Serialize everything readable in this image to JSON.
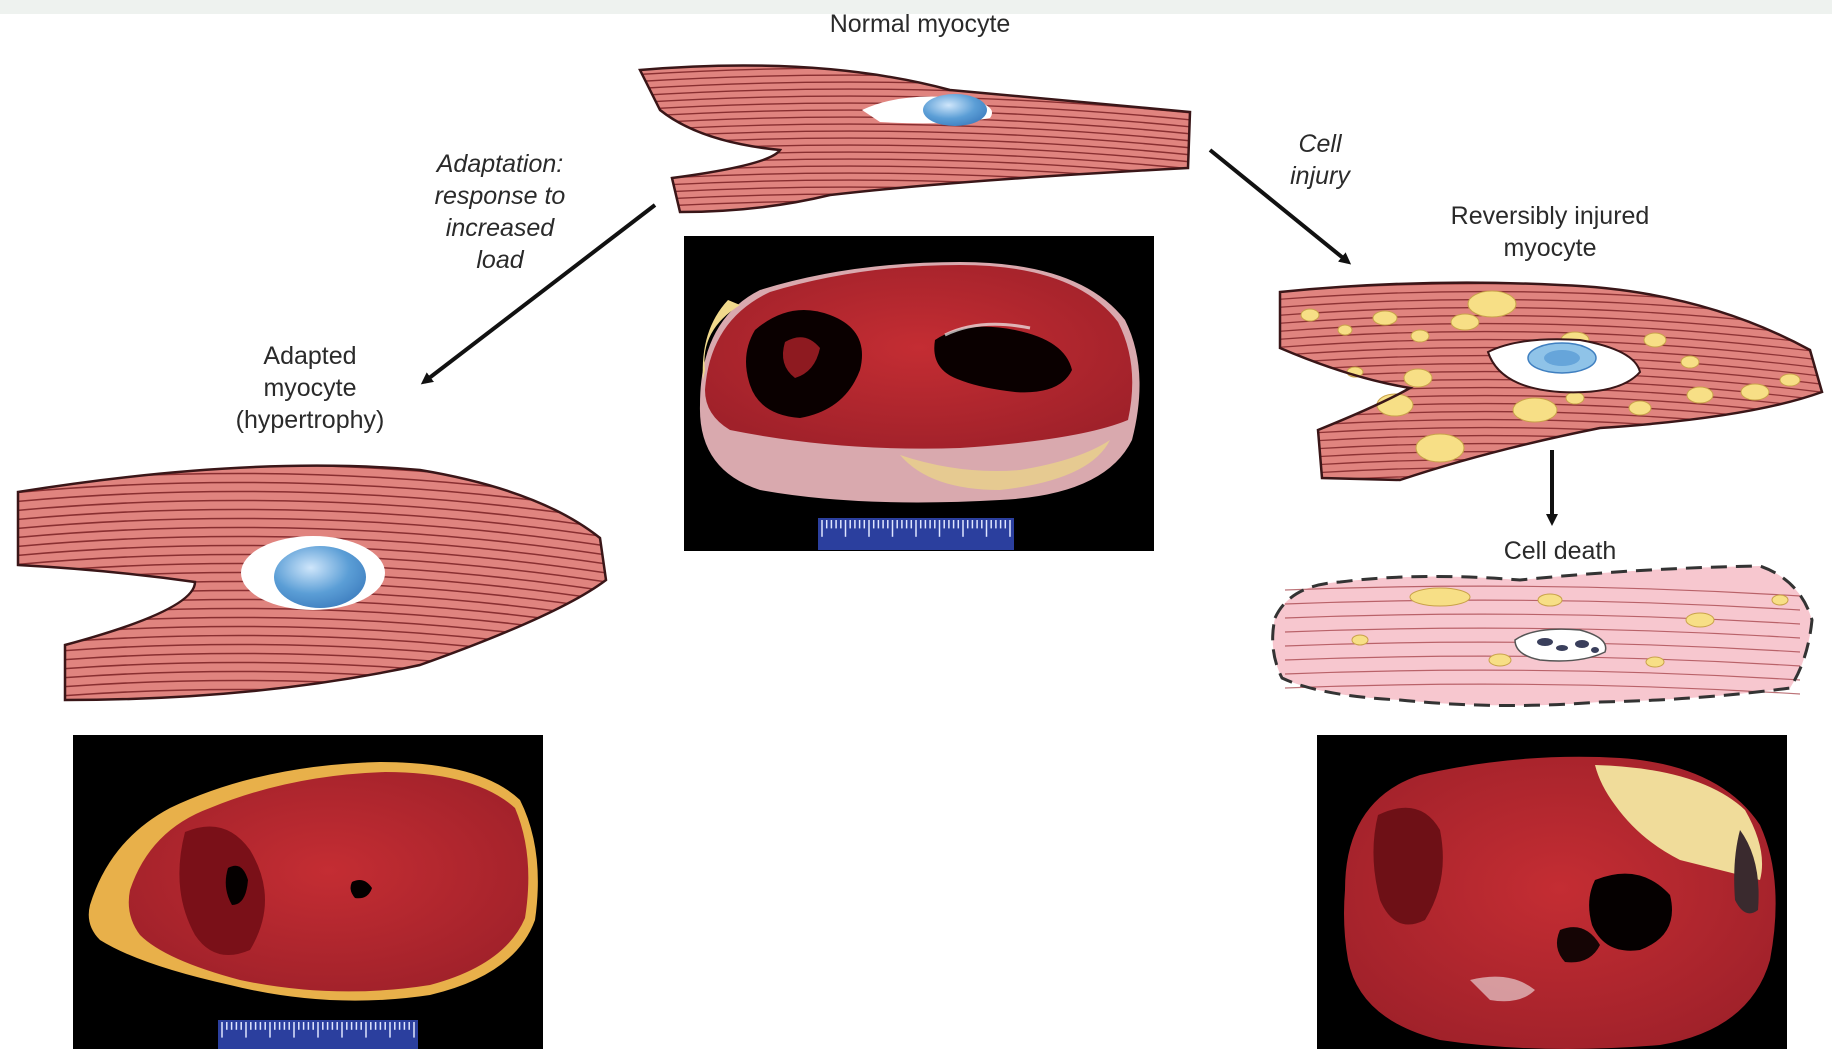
{
  "labels": {
    "normal": "Normal myocyte",
    "adaptation": [
      "Adaptation:",
      "response to",
      "increased",
      "load"
    ],
    "adapted": [
      "Adapted",
      "myocyte",
      "(hypertrophy)"
    ],
    "injury": [
      "Cell",
      "injury"
    ],
    "reversible": [
      "Reversibly injured",
      "myocyte"
    ],
    "death": "Cell death"
  },
  "colors": {
    "muscle": "#e0847f",
    "striation": "#7a2024",
    "nucleus": "#5b9ed6",
    "halo": "#ffffff",
    "vacuole": "#f7df86",
    "dead_cell": "#f7c7cf",
    "photo_bg": "#000000",
    "tissue": "#b5262c",
    "fat": "#f0d98c"
  }
}
